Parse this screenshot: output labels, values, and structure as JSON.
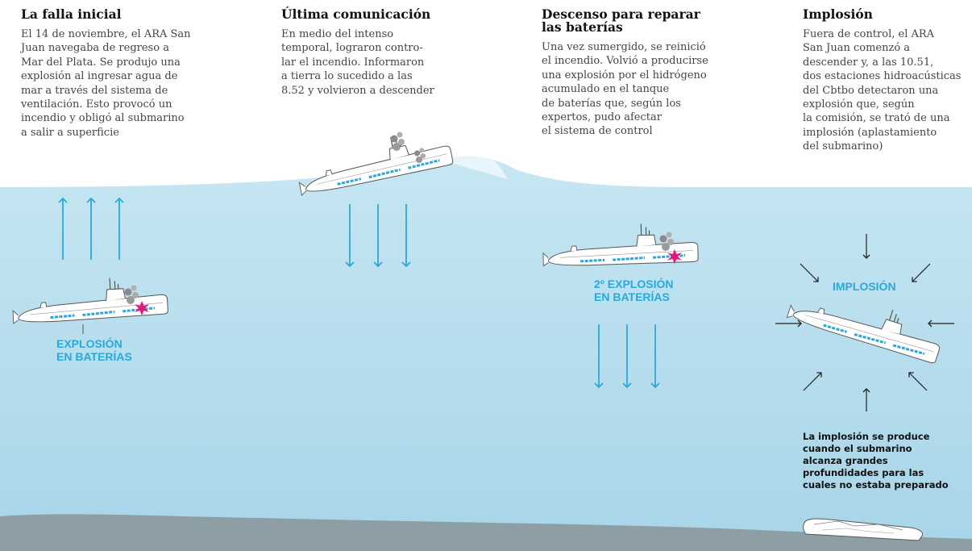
{
  "steps": [
    {
      "title": "La falla inicial",
      "body": "El 14 de noviembre, el ARA San\nJuan navegaba de regreso a\nMar del Plata. Se produjo una\nexplosión al ingresar agua de\nmar a través del sistema de\nventilación. Esto provocó un\nincendio y obligó al submarino\na salir a superficie"
    },
    {
      "title": "Última comunicación",
      "body": "En medio del intenso\ntemporal, lograron contro-\nlar el incendio. Informaron\na tierra lo sucedido a las\n8.52 y volvieron a descender"
    },
    {
      "title": "Descenso para reparar\nlas baterías",
      "body": "Una vez sumergido, se reinició\nel incendio. Volvió a producirse\nuna explosión por el hidrógeno\nacumulado en el tanque\nde baterías que, según los\nexpertos, pudo afectar\nel sistema de control"
    },
    {
      "title": "Implosión",
      "body": "Fuera de control, el ARA\nSan Juan comenzó a\ndescender y, a las 10.51,\ndos estaciones hidroacústicas\ndel Cbtbo detectaron una\nexplosión que, según\nla comisión, se trató de una\nimplosión (aplastamiento\ndel submarino)"
    }
  ],
  "labels": {
    "explosion_1": "EXPLOSIÓN\nEN BATERÍAS",
    "explosion_2": "2º EXPLOSIÓN\nEN BATERÍAS",
    "implosion": "IMPLOSIÓN"
  },
  "note": "La implosión se produce\ncuando el submarino\nalcanza grandes\nprofundidades para las\ncuales no estaba preparado",
  "colors": {
    "water_top": "#c6e6f2",
    "water_bottom": "#a7d5e8",
    "seafloor": "#8e9ea5",
    "accent_arrow": "#2aa9d8",
    "explosion": "#e4177f",
    "smoke": "#8a8a8a",
    "battery": "#2aa9d8"
  }
}
